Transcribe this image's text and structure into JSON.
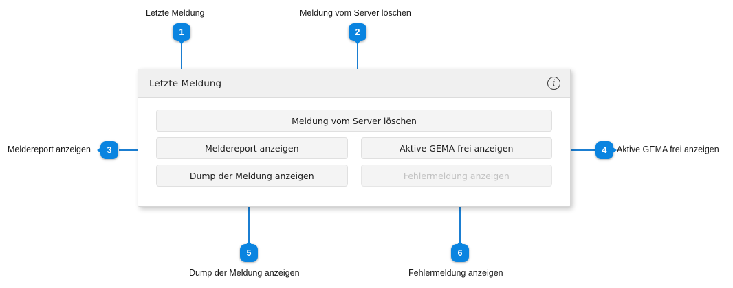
{
  "panel": {
    "title": "Letzte Meldung",
    "info_icon": "info-circle-icon",
    "buttons": {
      "delete_from_server": "Meldung vom Server löschen",
      "show_report": "Meldereport anzeigen",
      "show_active_gema_free": "Aktive GEMA frei anzeigen",
      "show_dump": "Dump der Meldung anzeigen",
      "show_error": "Fehlermeldung anzeigen"
    }
  },
  "callouts": [
    {
      "number": "1",
      "label": "Letzte Meldung"
    },
    {
      "number": "2",
      "label": "Meldung vom Server löschen"
    },
    {
      "number": "3",
      "label": "Meldereport anzeigen"
    },
    {
      "number": "4",
      "label": "Aktive GEMA frei anzeigen"
    },
    {
      "number": "5",
      "label": "Dump der Meldung anzeigen"
    },
    {
      "number": "6",
      "label": "Fehlermeldung anzeigen"
    }
  ],
  "colors": {
    "badge": "#0a84e0",
    "connector": "#1b7ed1",
    "panel_header": "#f0f0f0",
    "button_face": "#f4f4f4",
    "disabled_text": "#c2c2c2"
  }
}
